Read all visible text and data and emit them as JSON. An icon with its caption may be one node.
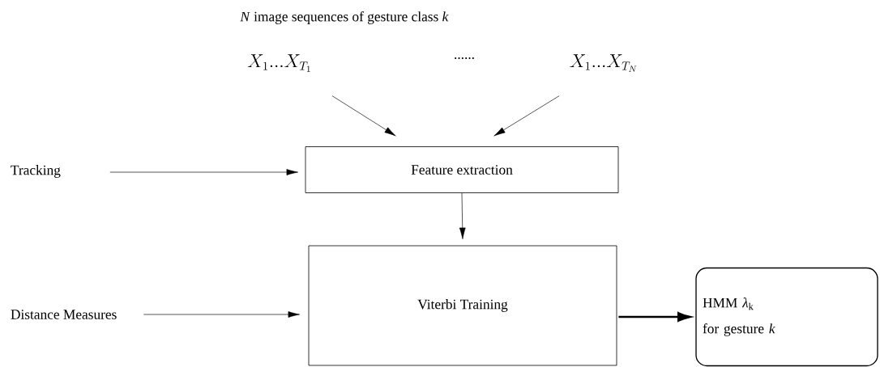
{
  "diagram": {
    "nodes": [
      {
        "text": [
          "X_1...X_{T_1}"
        ]
      },
      {
        "text": [
          "X_1...X_{T_N}"
        ]
      },
      {
        "text": [
          "Tracking"
        ]
      },
      {
        "text": [
          "Feature extraction"
        ]
      },
      {
        "text": [
          "Distance Measures"
        ]
      },
      {
        "text": [
          "Viterbi Training"
        ]
      },
      {
        "text": [
          "HMM *λ*$_{k}$",
          "for gesture *k*"
        ]
      }
    ],
    "edges": [
      {
        "from": 0,
        "to": 3,
        "arrow": "to"
      },
      {
        "from": 1,
        "to": 3,
        "arrow": "to"
      },
      {
        "from": 2,
        "to": 3,
        "arrow": "to"
      },
      {
        "from": 3,
        "to": 5,
        "arrow": "to"
      },
      {
        "from": 4,
        "to": 5,
        "arrow": "to"
      },
      {
        "from": 5,
        "to": 6,
        "arrow": "to",
        "style": "thick"
      }
    ],
    "labels": [
      "*N* image sequences of gesture class *k*",
      "......"
    ]
  }
}
